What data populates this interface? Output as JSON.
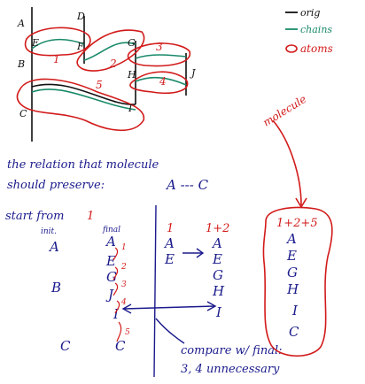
{
  "legend": {
    "orig": "orig",
    "chains": "chains",
    "atoms": "atoms"
  },
  "points": {
    "A": "A",
    "B": "B",
    "C": "C",
    "D": "D",
    "E": "E",
    "F": "F",
    "G": "G",
    "H": "H",
    "I": "I",
    "J": "J"
  },
  "region_numbers": [
    "1",
    "2",
    "3",
    "4",
    "5"
  ],
  "molecule_label": "molecule",
  "relation_text": {
    "line1": "the relation that molecule",
    "line2": "should preserve:",
    "relation": "A --- C"
  },
  "start_label": "start from",
  "start_num": "1",
  "columns": {
    "init": {
      "header": "init.",
      "items": [
        "A",
        "B",
        "C"
      ]
    },
    "final": {
      "header": "final",
      "items": [
        "A",
        "E",
        "G",
        "J",
        "I",
        "C"
      ],
      "markers": [
        "1",
        "2",
        "3",
        "4",
        "5"
      ]
    },
    "step1": {
      "header": "1",
      "items": [
        "A",
        "E"
      ]
    },
    "step12": {
      "header": "1+2",
      "items": [
        "A",
        "E",
        "G",
        "H",
        "I"
      ]
    },
    "molecule_col": {
      "header": "1+2+5",
      "items": [
        "A",
        "E",
        "G",
        "H",
        "I",
        "C"
      ]
    }
  },
  "compare_note": {
    "line1": "compare w/ final:",
    "line2": "3, 4 unnecessary"
  },
  "colors": {
    "ink_black": "#111111",
    "ink_blue": "#1a1a8c",
    "ink_red": "#d21a1a",
    "ink_green": "#1a8a6a"
  }
}
